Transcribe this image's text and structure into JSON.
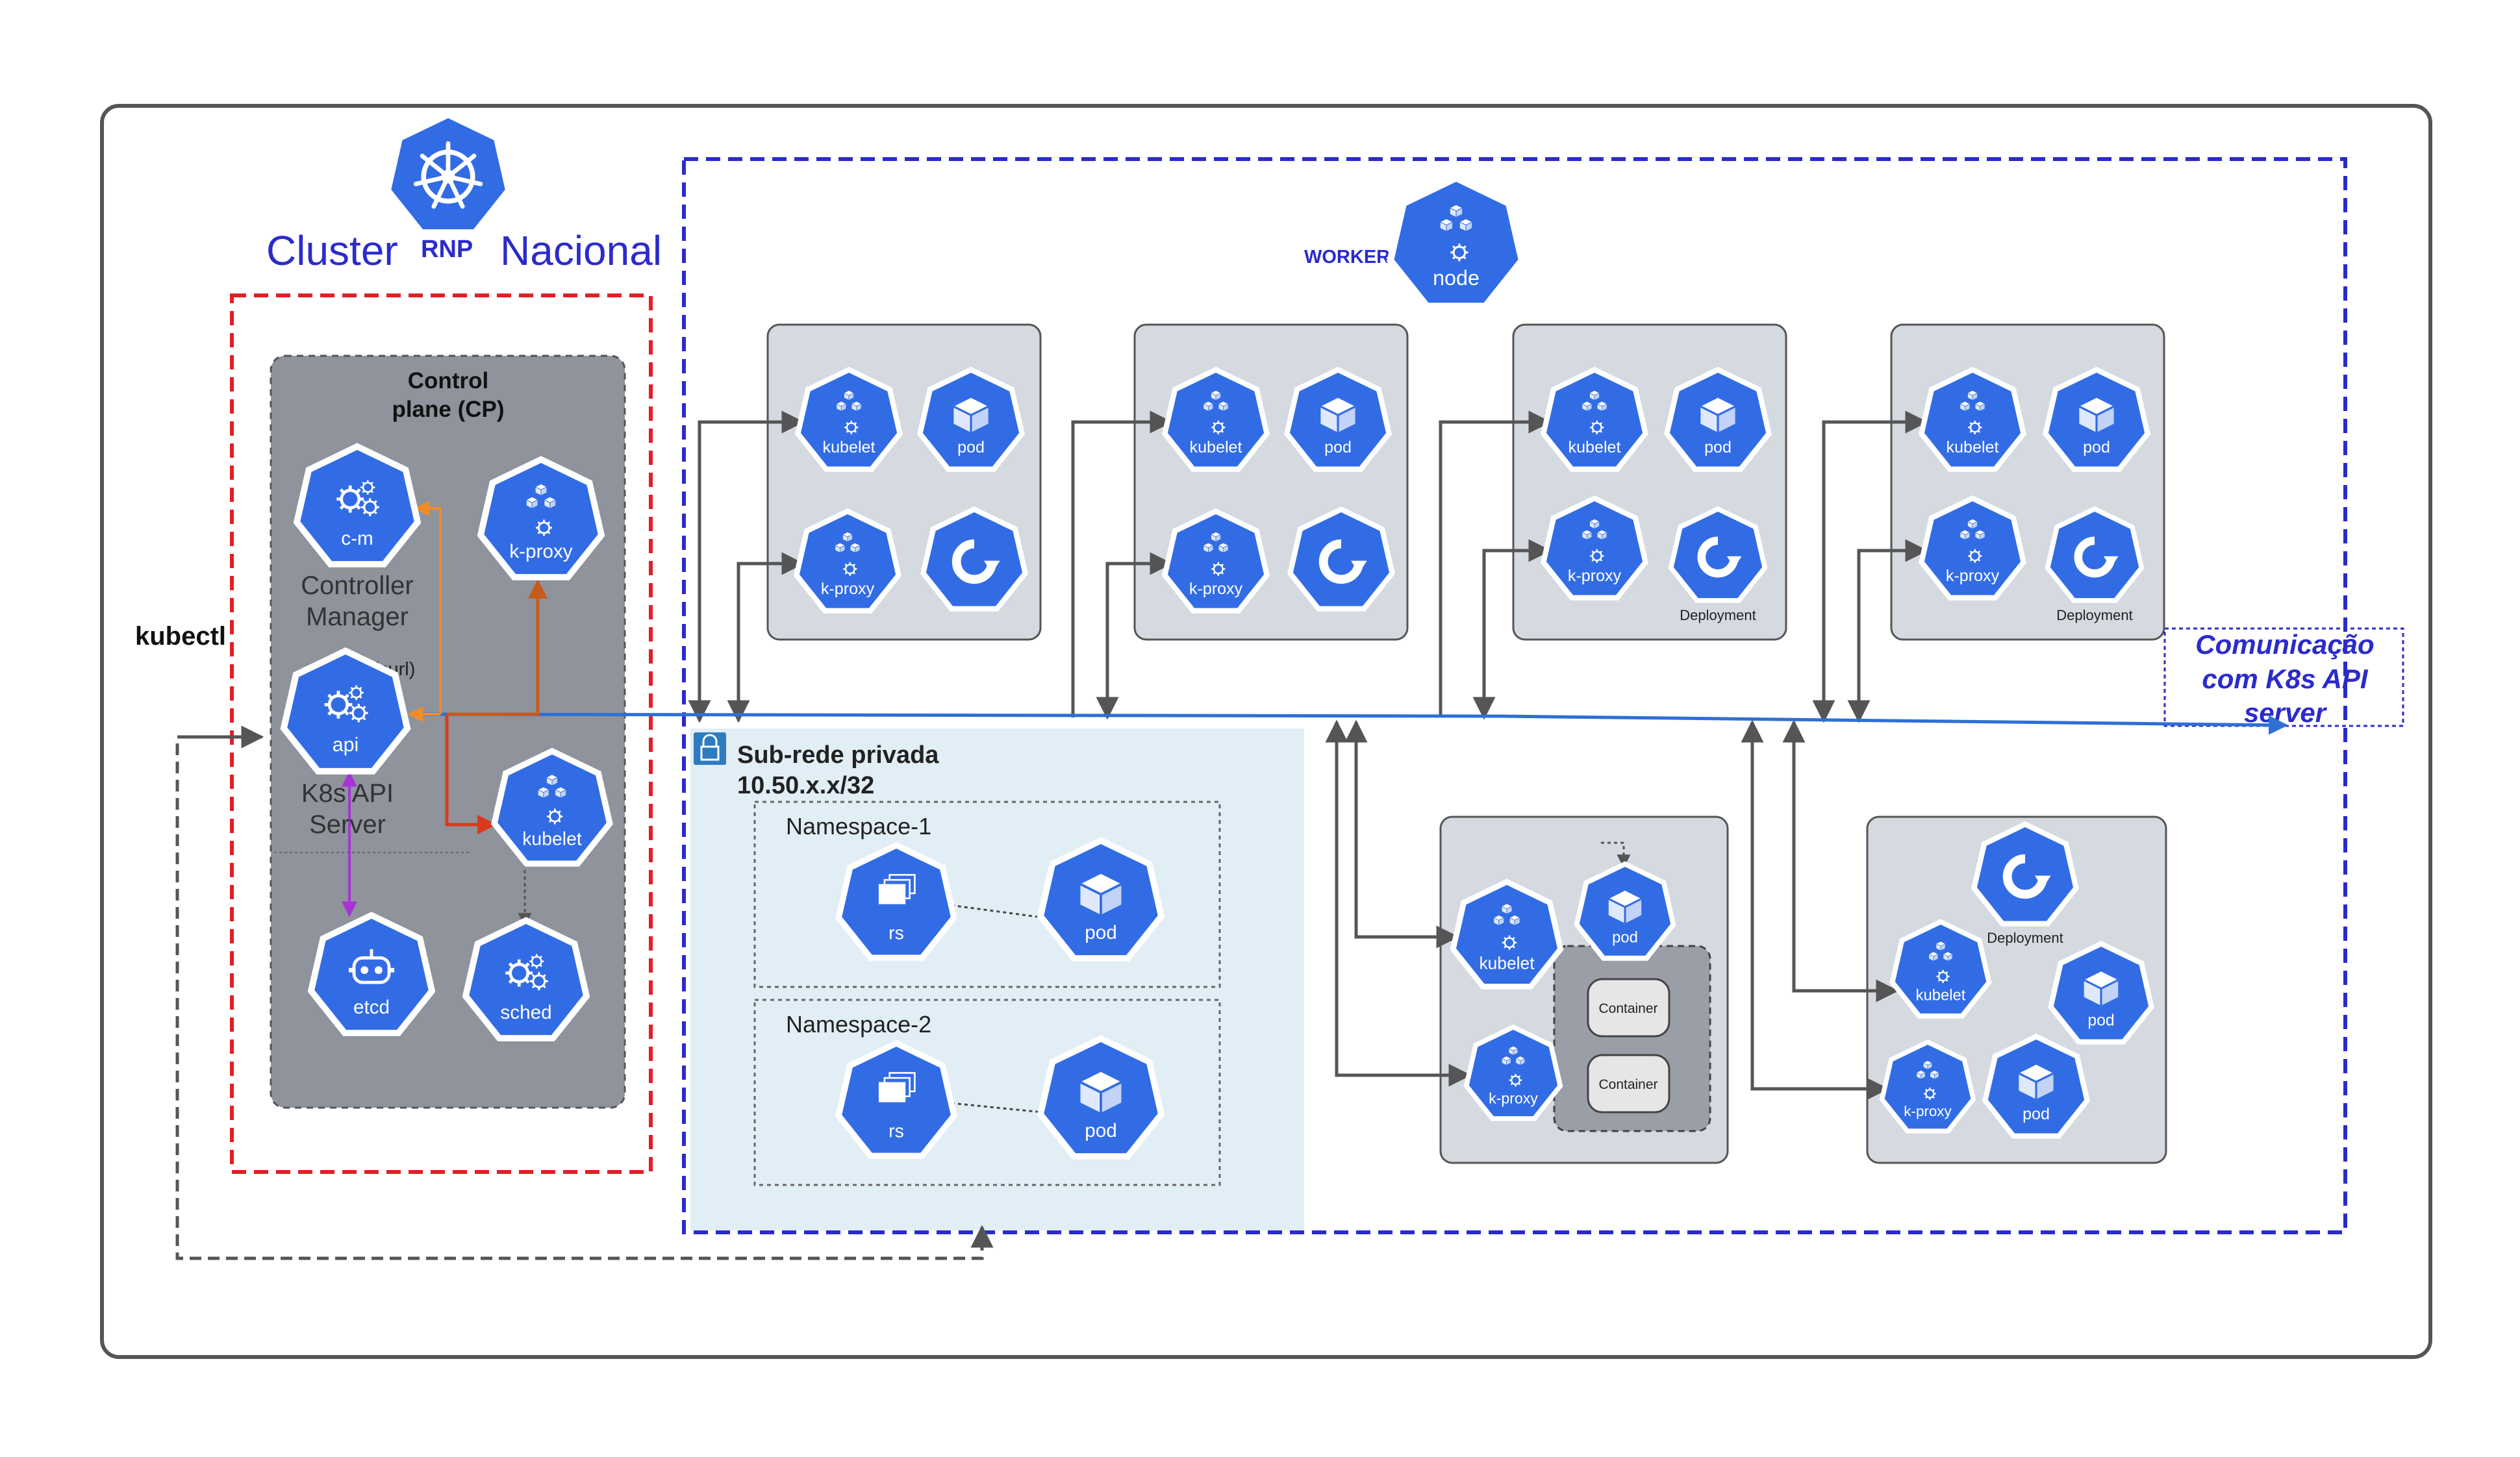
{
  "cluster": {
    "title_left": "Cluster",
    "title_mid": "RNP",
    "title_right": "Nacional"
  },
  "control_plane": {
    "title_line1": "Control",
    "title_line2": "plane (CP)",
    "controller_manager_line1": "Controller",
    "controller_manager_line2": "Manager",
    "api_call": "API call(curl)",
    "api_server_line1": "K8s API",
    "api_server_line2": "Server"
  },
  "kubectl_label": "kubectl",
  "worker_label": "WORKER",
  "subnet": {
    "title_line1": "Sub-rede privada",
    "title_line2": "10.50.x.x/32",
    "namespace1": "Namespace-1",
    "namespace2": "Namespace-2"
  },
  "comms": {
    "line1": "Comunicação",
    "line2": "com  K8s API",
    "line3": "server"
  },
  "icon_labels": {
    "c_m": "c-m",
    "k_proxy": "k-proxy",
    "api": "api",
    "kubelet": "kubelet",
    "etcd": "etcd",
    "sched": "sched",
    "node": "node",
    "pod": "pod",
    "rs": "rs",
    "deployment": "Deployment",
    "container": "Container"
  },
  "colors": {
    "k8s_blue": "#326CE5",
    "control_plane_border": "#E31E24",
    "worker_border": "#2B2BCC",
    "panel_gray": "#8E939C",
    "node_box": "#D5D9E0",
    "subnet_fill": "#E2EEF5",
    "comms_text": "#2B2BCC",
    "api_line": "#2F6FD6",
    "orange_line": "#F28C28",
    "red_line": "#D93A1E",
    "purple_line": "#A733D6",
    "brown_line": "#C65B1C"
  }
}
